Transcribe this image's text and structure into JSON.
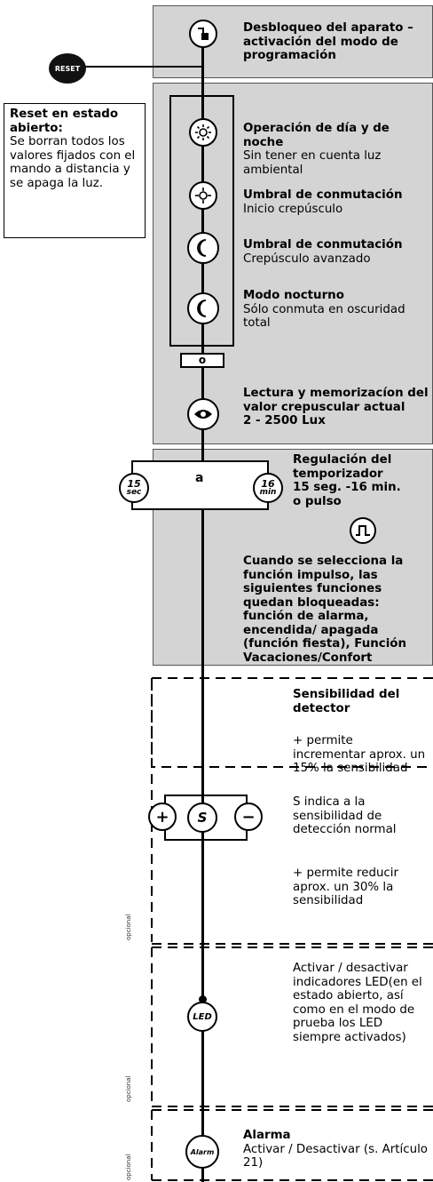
{
  "unlock": {
    "title": "Desbloqueo del aparato – activación del modo de programación"
  },
  "reset": {
    "button_label": "RESET",
    "heading": "Reset en estado abierto:",
    "body": "Se borran todos los valores fijados con el mando a distancia y se apaga la luz."
  },
  "twilight": {
    "items": [
      {
        "icon": "sun-icon",
        "title": "Operación de día y de noche",
        "desc": "Sin tener en cuenta luz ambiental"
      },
      {
        "icon": "twilight-start-icon",
        "title": "Umbral de conmutación",
        "desc": "Inicio crepúsculo"
      },
      {
        "icon": "crescent-moon-icon",
        "title": "Umbral de conmutación",
        "desc": "Crepúsculo avanzado"
      },
      {
        "icon": "full-moon-night-icon",
        "title": "Modo nocturno",
        "desc": "Sólo conmuta en oscuridad total"
      }
    ],
    "slider_marker": "o",
    "teach": {
      "icon": "eye-icon",
      "title": "Lectura y memorizacíon del valor crepuscular actual",
      "range": "2 - 2500 Lux"
    }
  },
  "timer": {
    "marker": "a",
    "min_label": [
      "15",
      "sec"
    ],
    "max_label": [
      "16",
      "min"
    ],
    "title": "Regulación del temporizador",
    "range": "15 seg. -16 min.",
    "pulse": "o pulso",
    "pulse_icon": "pulse-icon",
    "note": "Cuando se selecciona la función impulso, las siguientes funciones quedan bloqueadas: función de alarma, encendida/ apagada (función fiesta), Función Vacaciones/Confort"
  },
  "sensitivity": {
    "title": "Sensibilidad del detector",
    "plus_text": "+ permite incrementar aprox. un 15% la sensibilidad",
    "s_text": "S indica a la sensibilidad de detección normal",
    "minus_text": "+ permite reducir aprox. un 30% la sensibilidad",
    "buttons": [
      "+",
      "S",
      "−"
    ],
    "optional": "opcional"
  },
  "led": {
    "label": "LED",
    "text": "Activar / desactivar indicadores LED(en el estado abierto, así como en el modo de prueba los LED siempre activados)",
    "optional": "opcional"
  },
  "alarm": {
    "label": "Alarm",
    "title": "Alarma",
    "desc": "Activar / Desactivar (s. Artículo 21)",
    "optional": "opcional"
  }
}
